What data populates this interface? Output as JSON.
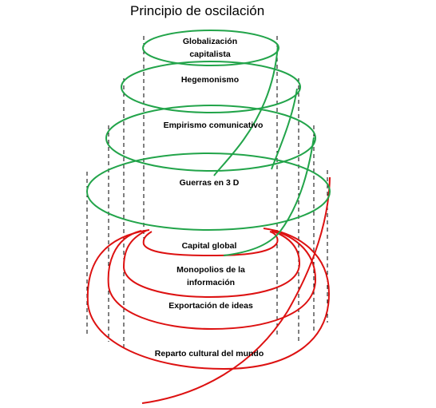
{
  "title": "Principio de oscilación",
  "colors": {
    "upper_rings": "#22a44a",
    "lower_rings": "#dd1111",
    "guide_lines": "#000000"
  },
  "upper_levels": [
    {
      "lines": [
        "Globalización",
        "capitalista"
      ]
    },
    {
      "lines": [
        "Hegemonismo"
      ]
    },
    {
      "lines": [
        "Empirismo comunicativo"
      ]
    },
    {
      "lines": [
        "Guerras en 3 D"
      ]
    }
  ],
  "lower_levels": [
    {
      "lines": [
        "Capital global"
      ]
    },
    {
      "lines": [
        "Monopolios de la",
        "información"
      ]
    },
    {
      "lines": [
        "Exportación de ideas"
      ]
    },
    {
      "lines": [
        "Reparto cultural del mundo"
      ]
    }
  ]
}
